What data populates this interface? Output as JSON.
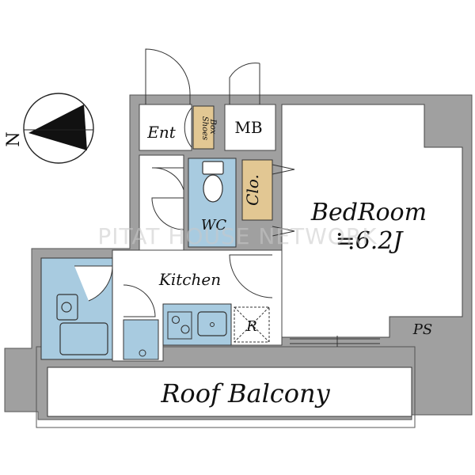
{
  "compass": {
    "north_label": "N"
  },
  "rooms": {
    "entrance": "Ent",
    "shoes_box_line1": "Shoes",
    "shoes_box_line2": "Box",
    "mb": "MB",
    "wc": "WC",
    "closet": "Clo.",
    "bedroom_name": "BedRoom",
    "bedroom_size": "≒6.2J",
    "kitchen": "Kitchen",
    "refrigerator": "R",
    "ps": "PS",
    "balcony": "Roof Balcony"
  },
  "watermark": "PITAT HOUSE NETWORK",
  "colors": {
    "wall": "#a0a0a0",
    "wet_area": "#a8cbe0",
    "closet": "#e2c793",
    "line": "#333333"
  }
}
